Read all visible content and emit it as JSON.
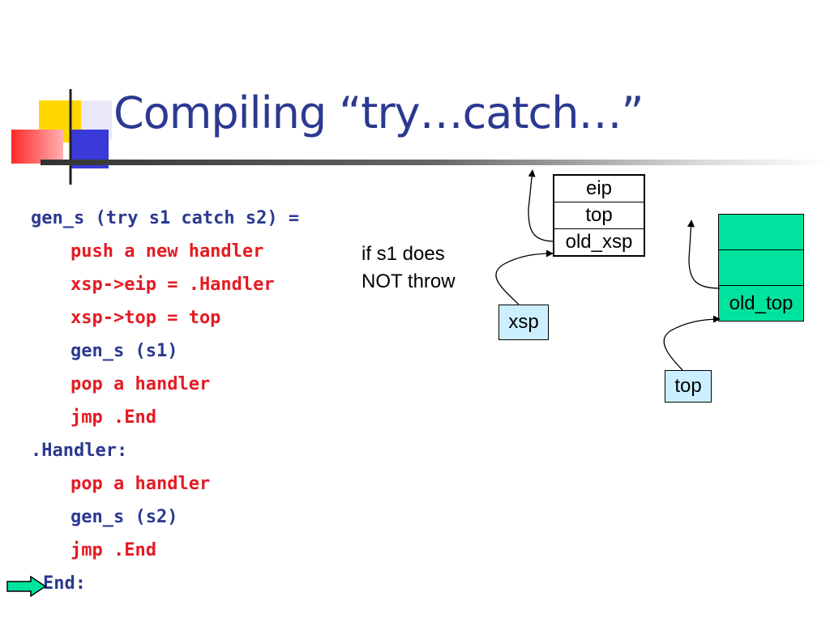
{
  "slide": {
    "title": "Compiling “try…catch…”"
  },
  "code": [
    {
      "text": "gen_s (try s1 catch s2) =",
      "color": "blue",
      "indent": 0
    },
    {
      "text": "push a new handler",
      "color": "red",
      "indent": 1
    },
    {
      "text": "xsp->eip = .Handler",
      "color": "red",
      "indent": 1
    },
    {
      "text": "xsp->top = top",
      "color": "red",
      "indent": 1
    },
    {
      "text": "gen_s (s1)",
      "color": "blue",
      "indent": 1
    },
    {
      "text": "pop a handler",
      "color": "red",
      "indent": 1
    },
    {
      "text": "jmp .End",
      "color": "red",
      "indent": 1
    },
    {
      "text": ".Handler:",
      "color": "blue",
      "indent": 0
    },
    {
      "text": "pop a handler",
      "color": "red",
      "indent": 1
    },
    {
      "text": "gen_s (s2)",
      "color": "blue",
      "indent": 1
    },
    {
      "text": "jmp .End",
      "color": "red",
      "indent": 1
    },
    {
      "text": "End:",
      "color": "blue",
      "indent": 0
    }
  ],
  "note": {
    "line1": "if s1 does",
    "line2": "NOT throw"
  },
  "handler_stack": {
    "cells": [
      "eip",
      "top",
      "old_xsp"
    ]
  },
  "data_stack": {
    "cells": [
      "",
      "",
      "old_top"
    ]
  },
  "pointers": {
    "xsp": "xsp",
    "top": "top"
  },
  "colors": {
    "title": "#2b3990",
    "code_blue": "#2b3990",
    "code_red": "#e31b23",
    "stack_green": "#00e39e",
    "pointer_blue": "#ccefff",
    "end_arrow": "#00e39e"
  }
}
